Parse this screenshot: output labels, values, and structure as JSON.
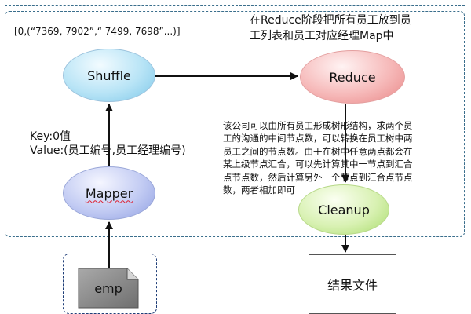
{
  "nodes": {
    "shuffle": "Shuffle",
    "mapper": "Mapper",
    "reduce": "Reduce",
    "cleanup": "Cleanup",
    "emp": "emp",
    "result": "结果文件"
  },
  "labels": {
    "tuple": "[0,(“7369, 7902”,“ 7499, 7698”...)]",
    "reduce_note_line1": "在Reduce阶段把所有员工放到员",
    "reduce_note_line2": "工列表和员工对应经理Map中",
    "key": "Key:0值",
    "value": "Value:(员工编号,员工经理编号)",
    "algo_note": [
      "该公司可以由所有员工形成树形结构，求两个员",
      "工的沟通的中间节点数，可以转换在员工树中两",
      "员工之间的节点数。由于在树中任意两点都会在",
      "某上级节点汇合，可以先计算其中一节点到汇合",
      "点节点数，然后计算另外一个节点到汇合点节点",
      "数，两者相加即可"
    ]
  },
  "colors": {
    "shuffle": "#b8e4f6",
    "mapper": "#c2cbf3",
    "reduce": "#f6b9b9",
    "cleanup": "#d8f1b2",
    "frame": "#3a6e8c",
    "arrow": "#111111"
  }
}
